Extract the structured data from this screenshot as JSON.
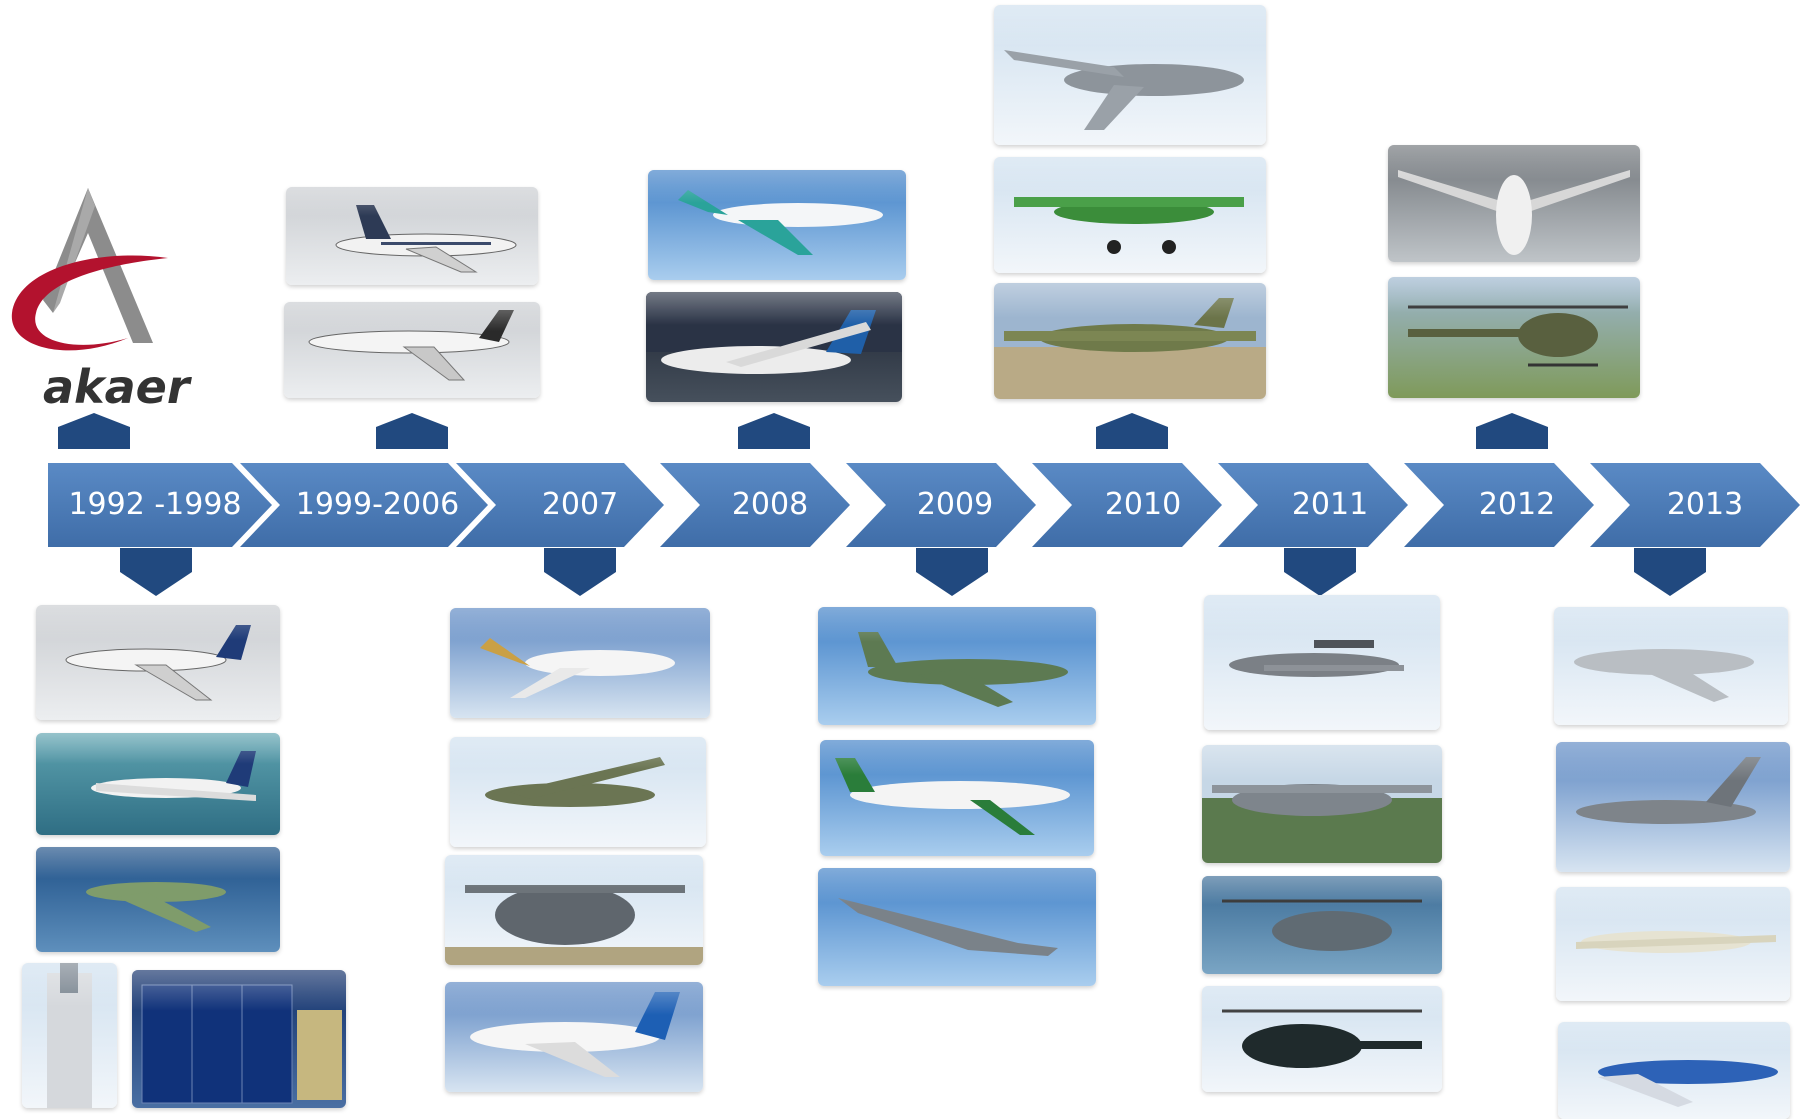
{
  "logo": {
    "text": "akaer",
    "colors": {
      "grey": "#8c8c8c",
      "red": "#b3122e",
      "dark": "#3a3a3a"
    }
  },
  "timeline": {
    "color": "#4a7ab5",
    "marker_color": "#21497f",
    "periods": [
      {
        "label": "1992 -1998"
      },
      {
        "label": "1999-2006"
      },
      {
        "label": "2007"
      },
      {
        "label": "2008"
      },
      {
        "label": "2009"
      },
      {
        "label": "2010"
      },
      {
        "label": "2011"
      },
      {
        "label": "2012"
      },
      {
        "label": "2013"
      }
    ]
  },
  "photos": {
    "p1992_a": {
      "icon": "regional-jet-icon"
    },
    "p1992_b": {
      "icon": "turboprop-icon"
    },
    "p1992_c": {
      "icon": "fighter-jet-icon"
    },
    "p1992_d": {
      "icon": "rocket-icon"
    },
    "p1992_e": {
      "icon": "solar-panel-icon"
    },
    "p1999_a": {
      "icon": "airliner-icon"
    },
    "p1999_b": {
      "icon": "airliner-icon"
    },
    "p2007_a": {
      "icon": "business-jet-icon"
    },
    "p2007_b": {
      "icon": "turboprop-trainer-icon"
    },
    "p2007_c": {
      "icon": "military-transport-icon"
    },
    "p2007_d": {
      "icon": "a380-icon"
    },
    "p2008_a": {
      "icon": "business-jet-icon"
    },
    "p2008_b": {
      "icon": "boeing-747-icon"
    },
    "p2009_a": {
      "icon": "fighter-jet-icon"
    },
    "p2009_b": {
      "icon": "airliner-icon"
    },
    "p2009_c": {
      "icon": "fighter-jet-icon"
    },
    "p2010_a": {
      "icon": "military-transport-icon"
    },
    "p2010_b": {
      "icon": "crop-duster-icon"
    },
    "p2010_c": {
      "icon": "camouflage-turboprop-icon"
    },
    "p2011_a": {
      "icon": "aew-aircraft-icon"
    },
    "p2011_b": {
      "icon": "military-transport-icon"
    },
    "p2011_c": {
      "icon": "helicopter-icon"
    },
    "p2011_d": {
      "icon": "helicopter-icon"
    },
    "p2012_a": {
      "icon": "business-jet-icon"
    },
    "p2012_b": {
      "icon": "helicopter-icon"
    },
    "p2013_a": {
      "icon": "fighter-jet-icon"
    },
    "p2013_b": {
      "icon": "tanker-aircraft-icon"
    },
    "p2013_c": {
      "icon": "turboprop-attack-icon"
    },
    "p2013_d": {
      "icon": "airliner-icon"
    }
  }
}
